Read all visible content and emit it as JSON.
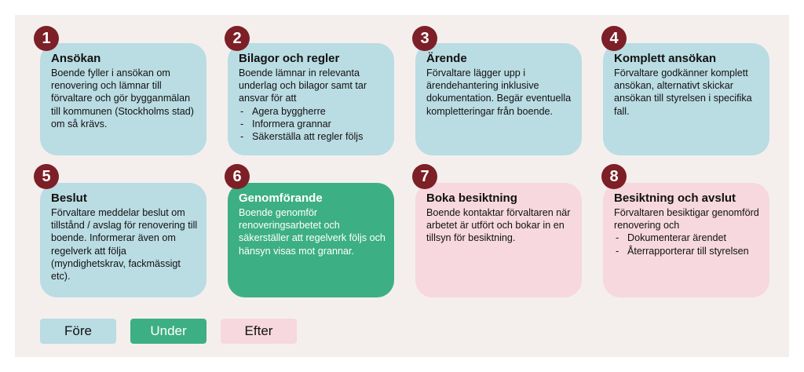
{
  "colors": {
    "before": "#badce3",
    "during": "#3daf84",
    "after": "#f6d8de",
    "badge": "#7d1f26",
    "background": "#f4efed"
  },
  "steps": [
    {
      "number": "1",
      "phase": "before",
      "title": "Ansökan",
      "body": "Boende fyller i ansökan om renovering och lämnar till förvaltare och gör bygganmälan till kommunen (Stockholms stad) om så krävs.",
      "bullets": []
    },
    {
      "number": "2",
      "phase": "before",
      "title": "Bilagor och regler",
      "body": "Boende lämnar in relevanta underlag och bilagor samt tar ansvar för att",
      "bullets": [
        "Agera byggherre",
        "Informera grannar",
        "Säkerställa att regler följs"
      ]
    },
    {
      "number": "3",
      "phase": "before",
      "title": "Ärende",
      "body": "Förvaltare lägger upp i ärendehantering inklusive dokumentation. Begär eventuella kompletteringar från boende.",
      "bullets": []
    },
    {
      "number": "4",
      "phase": "before",
      "title": "Komplett ansökan",
      "body": "Förvaltare godkänner komplett ansökan, alternativt skickar ansökan till styrelsen i specifika fall.",
      "bullets": []
    },
    {
      "number": "5",
      "phase": "before",
      "title": "Beslut",
      "body": "Förvaltare meddelar beslut om tillstånd / avslag för renovering till boende. Informerar även om regelverk att följa (myndighetskrav, fackmässigt etc).",
      "bullets": []
    },
    {
      "number": "6",
      "phase": "during",
      "title": "Genomförande",
      "body": "Boende genomför renoveringsarbetet och säkerställer att regelverk följs och hänsyn visas mot grannar.",
      "bullets": []
    },
    {
      "number": "7",
      "phase": "after",
      "title": "Boka besiktning",
      "body": "Boende kontaktar förvaltaren när arbetet är utfört och bokar in en tillsyn för besiktning.",
      "bullets": []
    },
    {
      "number": "8",
      "phase": "after",
      "title": "Besiktning och avslut",
      "body": "Förvaltaren besiktigar genomförd renovering och",
      "bullets": [
        "Dokumenterar ärendet",
        "Återrapporterar till styrelsen"
      ]
    }
  ],
  "legend": [
    {
      "label": "Före",
      "phase": "before"
    },
    {
      "label": "Under",
      "phase": "during"
    },
    {
      "label": "Efter",
      "phase": "after"
    }
  ]
}
